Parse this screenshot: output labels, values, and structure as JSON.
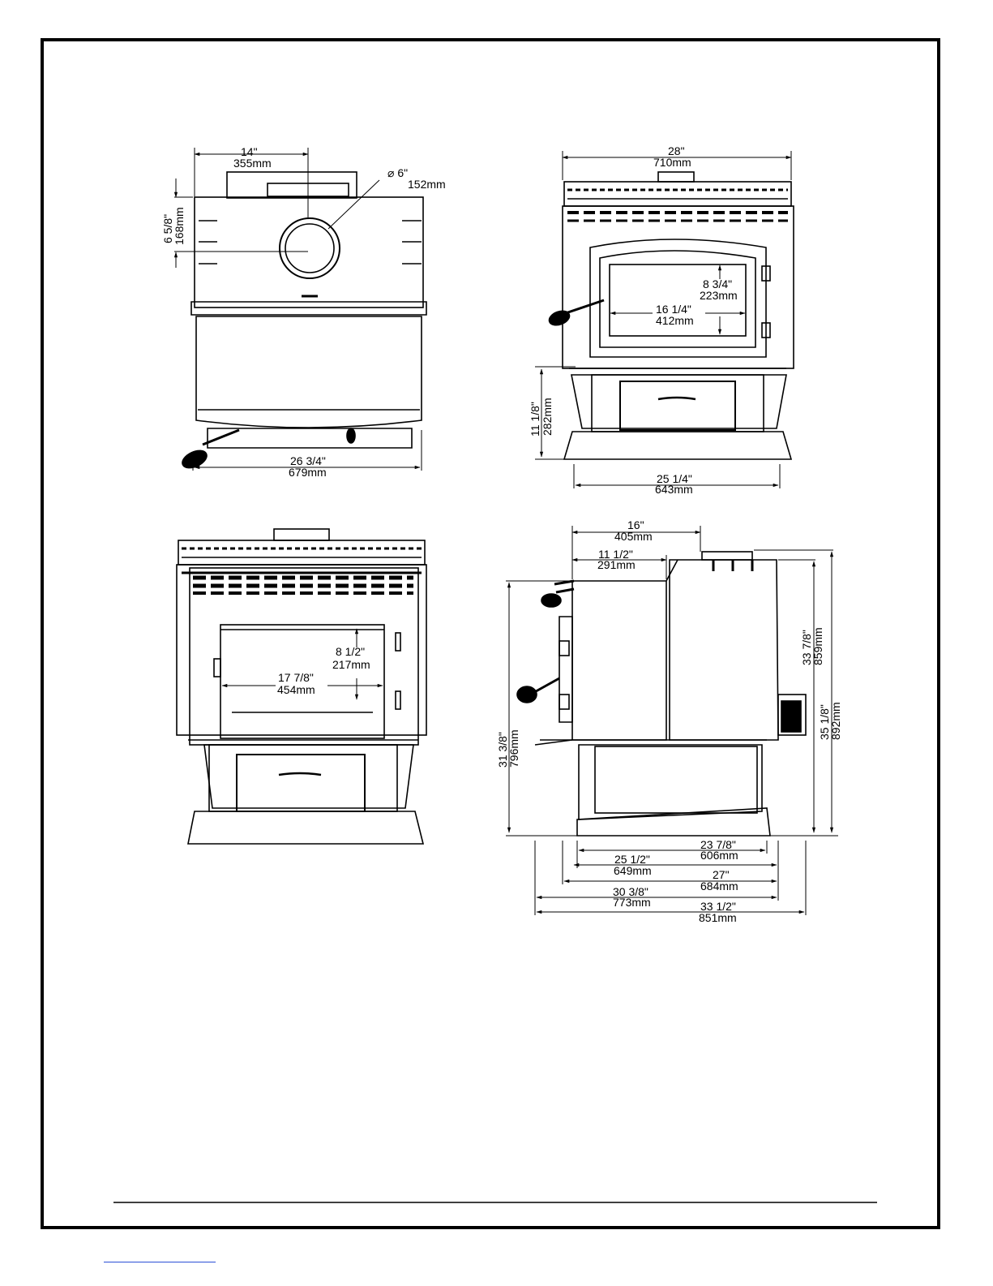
{
  "views": {
    "top": {
      "dim_flue_offset": [
        "14\"",
        "355mm"
      ],
      "dim_flue_diameter": [
        "⌀ 6\"",
        "152mm"
      ],
      "dim_flue_depth": [
        "6 5/8\"",
        "168mm"
      ],
      "dim_width": [
        "26 3/4\"",
        "679mm"
      ]
    },
    "front": {
      "dim_overall_width": [
        "28\"",
        "710mm"
      ],
      "dim_glass_height": [
        "8 3/4\"",
        "223mm"
      ],
      "dim_glass_width": [
        "16 1/4\"",
        "412mm"
      ],
      "dim_pedestal_height": [
        "11 1/8\"",
        "282mm"
      ],
      "dim_base_width": [
        "25 1/4\"",
        "643mm"
      ]
    },
    "front_open": {
      "dim_firebox_height": [
        "8 1/2\"",
        "217mm"
      ],
      "dim_firebox_width": [
        "17 7/8\"",
        "454mm"
      ]
    },
    "side": {
      "dim_flue_to_front": [
        "16\"",
        "405mm"
      ],
      "dim_body_front_depth": [
        "11 1/2\"",
        "291mm"
      ],
      "dim_height_to_top": [
        "33 7/8\"",
        "859mm"
      ],
      "dim_overall_height": [
        "35 1/8\"",
        "892mm"
      ],
      "dim_height_front": [
        "31 3/8\"",
        "796mm"
      ],
      "dim_base_depth": [
        "23 7/8\"",
        "606mm"
      ],
      "dim_body_depth": [
        "25 1/2\"",
        "649mm"
      ],
      "dim_depth_27": [
        "27\"",
        "684mm"
      ],
      "dim_depth_30": [
        "30 3/8\"",
        "773mm"
      ],
      "dim_overall_depth": [
        "33 1/2\"",
        "851mm"
      ]
    }
  }
}
